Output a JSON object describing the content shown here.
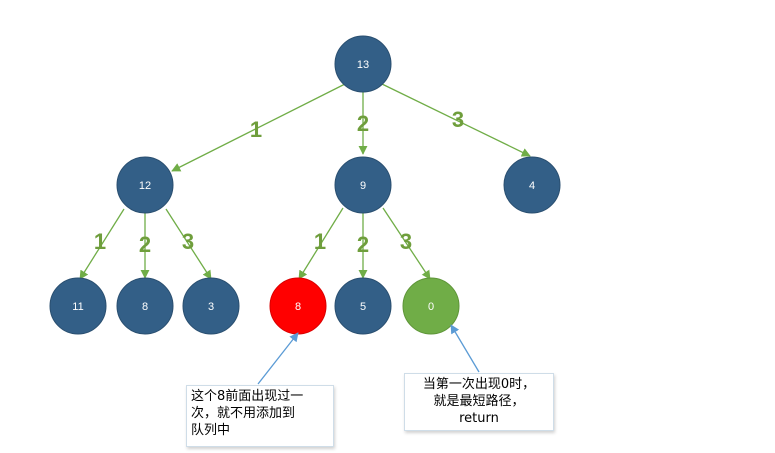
{
  "tree": {
    "root": "13",
    "level1": {
      "left": "12",
      "middle": "9",
      "right": "4"
    },
    "level2": {
      "under_12": [
        "11",
        "8",
        "3"
      ],
      "under_9": [
        "8",
        "5",
        "0"
      ]
    },
    "edge_labels": [
      "1",
      "2",
      "3"
    ]
  },
  "colors": {
    "node_default": "#335f87",
    "node_repeated": "#ff0000",
    "node_target": "#70ad47",
    "edge": "#70ad47",
    "callout_arrow": "#5b9bd5"
  },
  "callouts": {
    "repeated": [
      "这个8前面出现过一",
      "次，就不用添加到",
      "队列中"
    ],
    "target": [
      "当第一次出现0时，",
      "就是最短路径，",
      "return"
    ]
  }
}
